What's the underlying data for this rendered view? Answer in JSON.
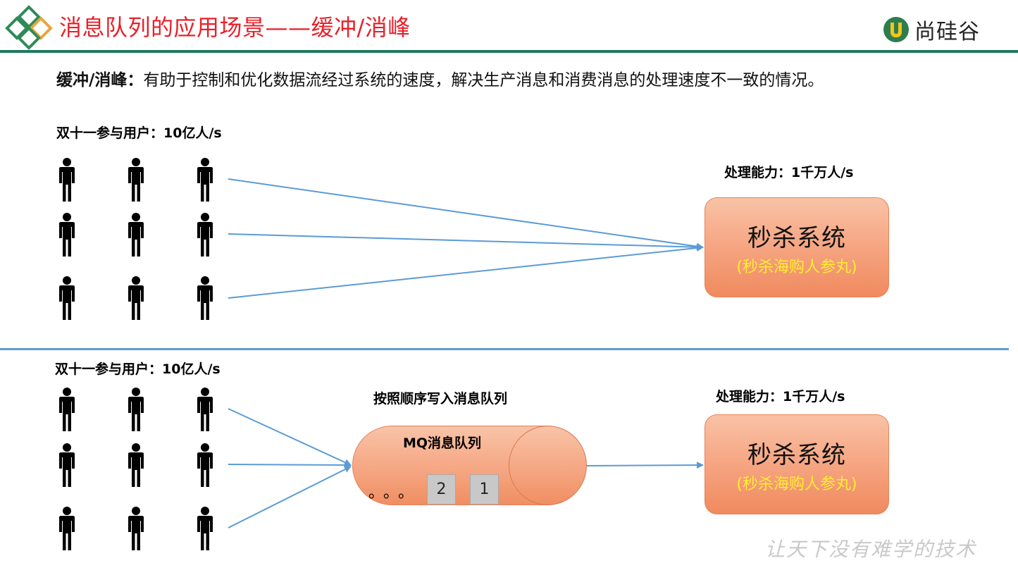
{
  "header": {
    "title": "消息队列的应用场景——缓冲/消峰",
    "logo_text": "尚硅谷",
    "logo_icon": "u-shield-logo-icon"
  },
  "intro": {
    "term": "缓冲/消峰：",
    "text": "有助于控制和优化数据流经过系统的速度，解决生产消息和消费消息的处理速度不一致的情况。"
  },
  "top_scenario": {
    "users_label": "双十一参与用户：10亿人/s",
    "capacity_label": "处理能力：1千万人/s",
    "system_title": "秒杀系统",
    "system_sub": "(秒杀海购人参丸)"
  },
  "bottom_scenario": {
    "users_label": "双十一参与用户：10亿人/s",
    "write_label": "按照顺序写入消息队列",
    "queue_label": "MQ消息队列",
    "queue_dots": "。。。",
    "queue_cells": [
      "2",
      "1"
    ],
    "capacity_label": "处理能力：1千万人/s",
    "system_title": "秒杀系统",
    "system_sub": "(秒杀海购人参丸)"
  },
  "slogan": "让天下没有难学的技术",
  "colors": {
    "title_red": "#e8202a",
    "header_green": "#1e7a5a",
    "arrow_blue": "#5b9bd5",
    "box_orange": "#f5a27e",
    "sub_yellow": "#ffee33"
  }
}
